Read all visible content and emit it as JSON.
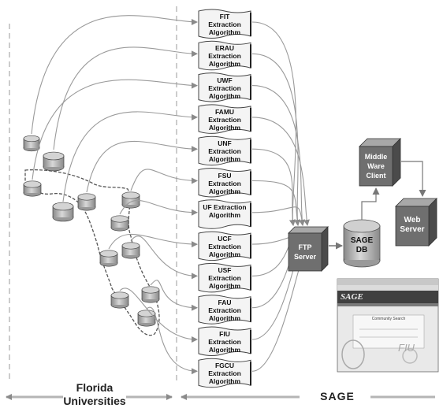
{
  "algorithms": [
    {
      "name": "FIT",
      "suffix": "Extraction Algorithm"
    },
    {
      "name": "ERAU",
      "suffix": "Extraction Algorithm"
    },
    {
      "name": "UWF",
      "suffix": "Extraction Algorithm"
    },
    {
      "name": "FAMU",
      "suffix": "Extraction Algorithm"
    },
    {
      "name": "UNF",
      "suffix": "Extraction Algorithm"
    },
    {
      "name": "FSU",
      "suffix": "Extraction Algorithm"
    },
    {
      "name": "UF Extraction",
      "suffix": "Algorithm"
    },
    {
      "name": "UCF",
      "suffix": "Extraction Algorithm"
    },
    {
      "name": "USF",
      "suffix": "Extraction Algorithm"
    },
    {
      "name": "FAU",
      "suffix": "Extraction Algorithm"
    },
    {
      "name": "FIU",
      "suffix": "Extraction Algorithm"
    },
    {
      "name": "FGCU",
      "suffix": "Extraction Algorithm"
    }
  ],
  "ftp_server": {
    "line1": "FTP",
    "line2": "Server"
  },
  "sage_db": {
    "line1": "SAGE",
    "line2": "DB"
  },
  "middleware": {
    "line1": "Middle",
    "line2": "Ware",
    "line3": "Client"
  },
  "web_server": {
    "line1": "Web",
    "line2": "Server"
  },
  "regions": {
    "left_line1": "Florida",
    "left_line2": "Universities",
    "right": "SAGE"
  },
  "screenshot": {
    "logo": "SAGE",
    "heading": "Community Search"
  },
  "colors": {
    "cube_front": "#6f6f6f",
    "cube_top": "#a8a8a8",
    "cube_side": "#4b4b4b",
    "cylinder": "#b3b3b3",
    "doc": "#f4f4f4",
    "arrow": "#9a9a9a",
    "dash": "#999999"
  }
}
